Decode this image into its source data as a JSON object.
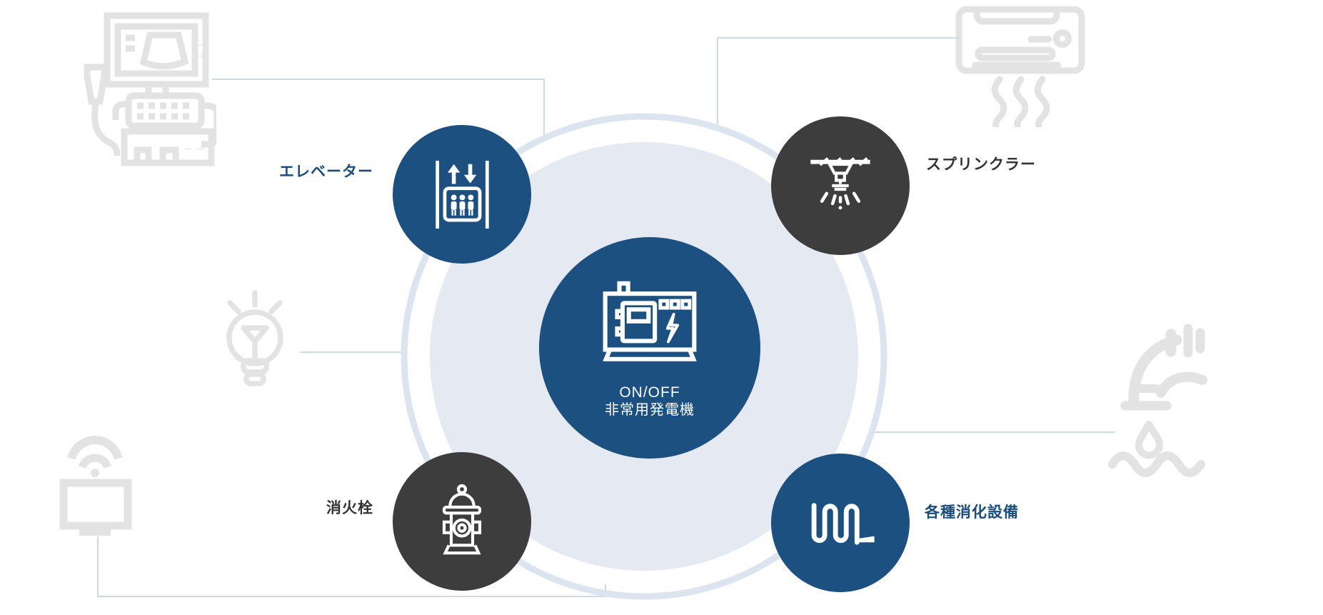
{
  "diagram": {
    "center": {
      "line1": "ON/OFF",
      "line2": "非常用発電機",
      "icon": "generator-icon"
    },
    "nodes": [
      {
        "id": "elevator",
        "label": "エレベーター",
        "icon": "elevator-icon",
        "circle_color": "#1b5080",
        "label_color": "#1a4c7d",
        "label_side": "left"
      },
      {
        "id": "sprinkler",
        "label": "スプリンクラー",
        "icon": "sprinkler-icon",
        "circle_color": "#3d3d3e",
        "label_color": "#333333",
        "label_side": "right"
      },
      {
        "id": "fire-hydrant",
        "label": "消火栓",
        "icon": "fire-hydrant-icon",
        "circle_color": "#3d3d3e",
        "label_color": "#333333",
        "label_side": "left"
      },
      {
        "id": "fire-extinguishing-equipment",
        "label": "各種消化設備",
        "icon": "fire-hose-icon",
        "circle_color": "#1b5080",
        "label_color": "#1a4c7d",
        "label_side": "right"
      }
    ],
    "background_icons": [
      {
        "name": "ultrasound-machine-icon"
      },
      {
        "name": "air-conditioner-icon"
      },
      {
        "name": "light-bulb-icon"
      },
      {
        "name": "monitor-wifi-icon"
      },
      {
        "name": "water-faucet-icon"
      }
    ],
    "colors": {
      "primary_blue": "#1b5080",
      "dark_gray": "#3d3d3e",
      "inner_circle_fill": "#e4e9f2",
      "outer_ring": "#dce4ef",
      "connector_line": "#ccd9e8",
      "faded_icon": "#e3e3e3",
      "label_blue": "#1a4c7d",
      "label_dark": "#333333",
      "icon_white": "#ffffff",
      "background": "#ffffff"
    }
  }
}
